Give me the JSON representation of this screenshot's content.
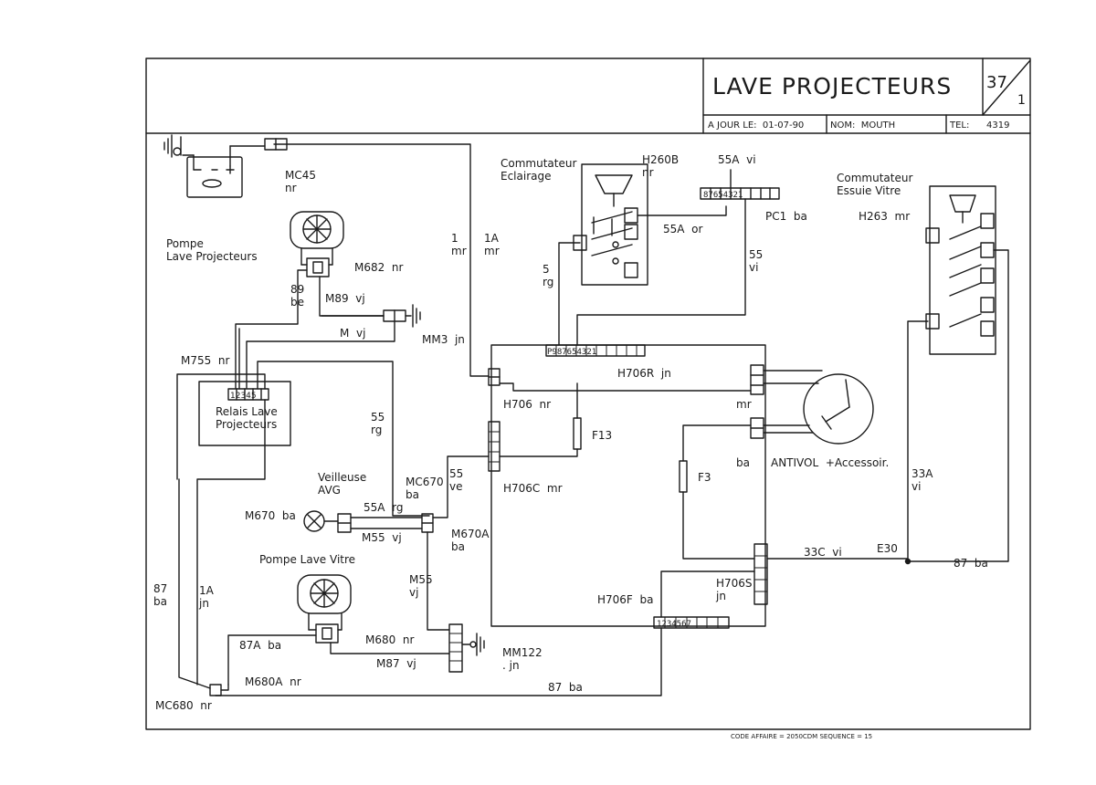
{
  "title_block": {
    "title": "LAVE PROJECTEURS",
    "sheet_number": "37",
    "sheet_sub": "1",
    "updated": "A JOUR LE:  01-07-90",
    "name": "NOM:  MOUTH",
    "tel_label": "TEL:",
    "tel_value": "4319"
  },
  "footer": "CODE AFFAIRE = 2050CDM SEQUENCE = 15",
  "labels": {
    "mc45": "MC45\nnr",
    "pompe_lave_projecteurs": "Pompe\nLave Projecteurs",
    "m682": "M682  nr",
    "w89": "89\nbe",
    "m89": "M89  vj",
    "mvj": "M  vj",
    "mm3": "MM3  jn",
    "m755": "M755  nr",
    "relais": "Relais Lave\nProjecteurs",
    "relais_pins": "12345",
    "w1mr": "1\nmr",
    "w1a_mr": "1A\nmr",
    "commutateur_eclairage": "Commutateur\nEclairage",
    "h260b": "H260B\nnr",
    "w55a_vi": "55A  vi",
    "pc1": "PC1  ba",
    "pc1_pins": "87654321",
    "w55a_or": "55A  or",
    "w5rg": "5\nrg",
    "w55vi": "55\nvi",
    "commutateur_essuie": "Commutateur\nEssuie Vitre",
    "h263": "H263  mr",
    "h706r": "H706R  jn",
    "h706r_pins": "P987654321",
    "h706": "H706  nr",
    "mr": "mr",
    "f13": "F13",
    "f3": "F3",
    "w55rg": "55\nrg",
    "w55ve": "55\nve",
    "h706c": "H706C  mr",
    "ba": "ba",
    "antivol": "ANTIVOL  +Accessoir.",
    "w33a": "33A\nvi",
    "veilleuse": "Veilleuse\nAVG",
    "mc670": "MC670\nba",
    "m670": "M670  ba",
    "w55a_rg": "55A  rg",
    "m55vj": "M55  vj",
    "m670a": "M670A\nba",
    "m55vj2": "M55\nvj",
    "pompe_lave_vitre": "Pompe Lave Vitre",
    "w87ba": "87\nba",
    "w1ajn": "1A\njn",
    "w87a": "87A  ba",
    "m680": "M680  nr",
    "m87": "M87  vj",
    "mm122": "MM122\n. jn",
    "m680a": "M680A  nr",
    "w87ba2": "87  ba",
    "mc680": "MC680  nr",
    "h706f": "H706F  ba",
    "h706f_pins": "1234567",
    "h706s": "H706S\njn",
    "w33c": "33C  vi",
    "e30": "E30",
    "w87ba3": "87  ba"
  }
}
